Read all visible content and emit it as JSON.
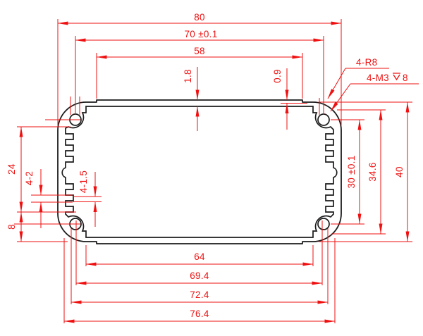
{
  "colors": {
    "dimension_red": "#ef1111",
    "profile_black": "#1b1b1b",
    "background": "#ffffff"
  },
  "dims": {
    "top": {
      "overall_width": "80",
      "hole_spacing": "70 ±0.1",
      "slot_width": "58"
    },
    "wall": {
      "thickness": "1.8",
      "step": "0.9"
    },
    "notes": {
      "corner_radius": "4-R8",
      "thread": "4-M3",
      "thread_depth": "8"
    },
    "left": {
      "rail_height": "24",
      "slot_width": "4-2",
      "tooth_width": "4-1.5",
      "base_height": "8"
    },
    "right": {
      "hole_spacing": "30 ±0.1",
      "inner_height": "34.6",
      "overall_height": "40"
    },
    "bottom": {
      "d1": "64",
      "d2": "69.4",
      "d3": "72.4",
      "d4": "76.4"
    }
  }
}
